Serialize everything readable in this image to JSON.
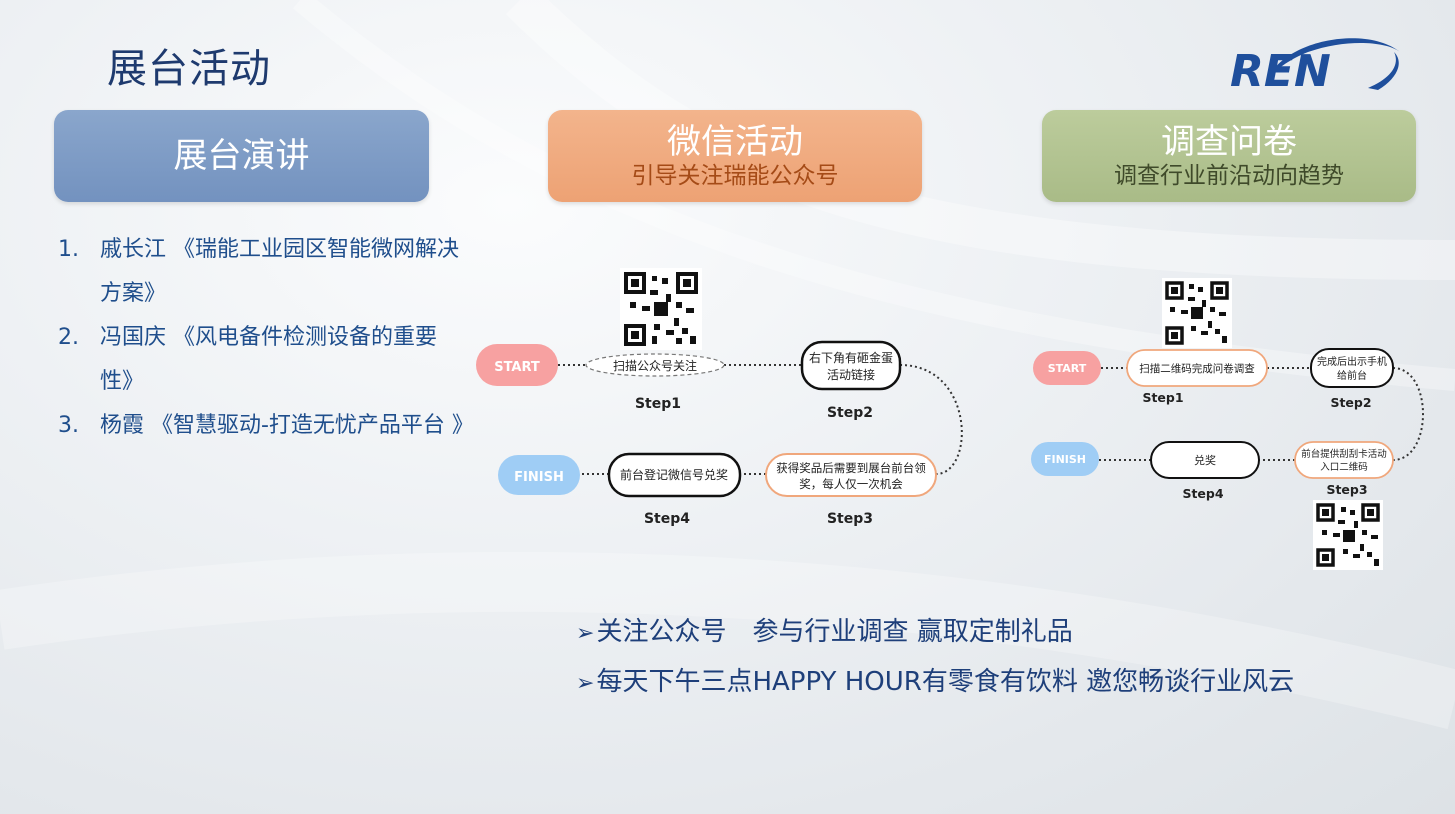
{
  "page_title": "展台活动",
  "logo_text": "REN",
  "sections": [
    {
      "title": "展台演讲",
      "subtitle": ""
    },
    {
      "title": "微信活动",
      "subtitle": "引导关注瑞能公众号"
    },
    {
      "title": "调查问卷",
      "subtitle": "调查行业前沿动向趋势"
    }
  ],
  "talks": [
    {
      "num": "1.",
      "text": "戚长江 《瑞能工业园区智能微网解决方案》"
    },
    {
      "num": "2.",
      "text": "冯国庆 《风电备件检测设备的重要性》"
    },
    {
      "num": "3.",
      "text": "杨霞 《智慧驱动-打造无忧产品平台 》"
    }
  ],
  "wechat_flow": {
    "start": "START",
    "finish": "FINISH",
    "step1_text": "扫描公众号关注",
    "step2_line1": "右下角有砸金蛋",
    "step2_line2": "活动链接",
    "step3_line1": "获得奖品后需要到展台前台领",
    "step3_line2": "奖，每人仅一次机会",
    "step4_text": "前台登记微信号兑奖",
    "labels": [
      "Step1",
      "Step2",
      "Step3",
      "Step4"
    ]
  },
  "survey_flow": {
    "start": "START",
    "finish": "FINISH",
    "step1_text": "扫描二维码完成问卷调查",
    "step2_line1": "完成后出示手机",
    "step2_line2": "给前台",
    "step3_line1": "前台提供刮刮卡活动",
    "step3_line2": "入口二维码",
    "step4_text": "兑奖",
    "labels": [
      "Step1",
      "Step2",
      "Step3",
      "Step4"
    ]
  },
  "bullets": [
    "关注公众号　参与行业调查 赢取定制礼品",
    "每天下午三点HAPPY HOUR有零食有饮料 邀您畅谈行业风云"
  ],
  "colors": {
    "title_blue": "#1e3a6e",
    "start_pill": "#f7a1a1",
    "finish_pill": "#9fcdf5",
    "step3_border": "#f0a77c",
    "brand_blue": "#1f4f9c"
  }
}
